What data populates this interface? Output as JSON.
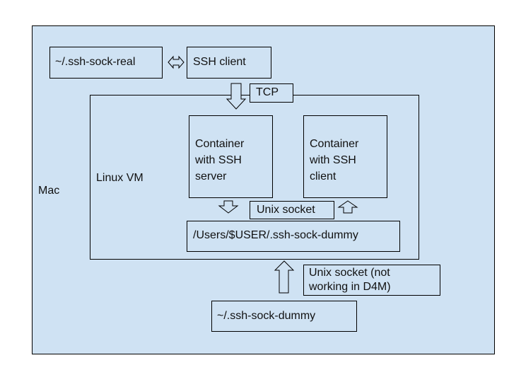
{
  "diagram": {
    "mac": {
      "label": "Mac"
    },
    "linux_vm": {
      "label": "Linux VM"
    },
    "boxes": {
      "sock_real": "~/.ssh-sock-real",
      "ssh_client": "SSH client",
      "tcp": "TCP",
      "container_server": "Container\nwith SSH\nserver",
      "container_client": "Container\nwith SSH\nclient",
      "unix_socket": "Unix socket",
      "users_dummy": "/Users/$USER/.ssh-sock-dummy",
      "unix_socket_not_working": "Unix socket (not\nworking in D4M)",
      "home_dummy": "~/.ssh-sock-dummy"
    },
    "colors": {
      "fill": "#cfe2f3",
      "stroke": "#000000"
    }
  }
}
